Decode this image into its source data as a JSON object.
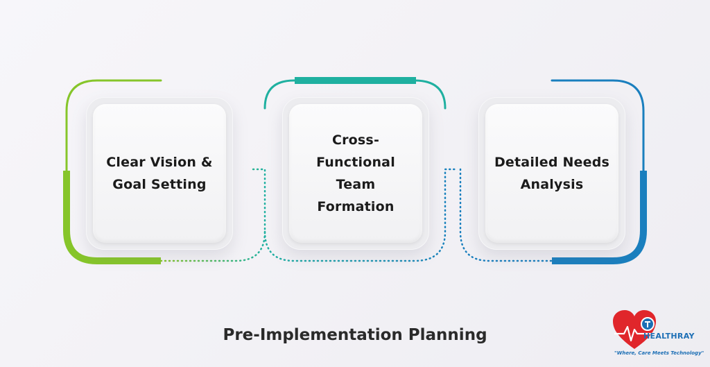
{
  "diagram": {
    "title": "Pre-Implementation Planning",
    "steps": [
      {
        "label": "Clear Vision &\nGoal Setting",
        "color": "#86c52a"
      },
      {
        "label": "Cross-\nFunctional Team\nFormation",
        "color": "#1fb0a0"
      },
      {
        "label": "Detailed Needs\nAnalysis",
        "color": "#1a7fbe"
      }
    ]
  },
  "logo": {
    "name": "HEALTHRAY",
    "tagline": "\"Where, Care Meets Technology\"",
    "heart_color": "#e0262b",
    "brand_color": "#1c6fb5"
  }
}
